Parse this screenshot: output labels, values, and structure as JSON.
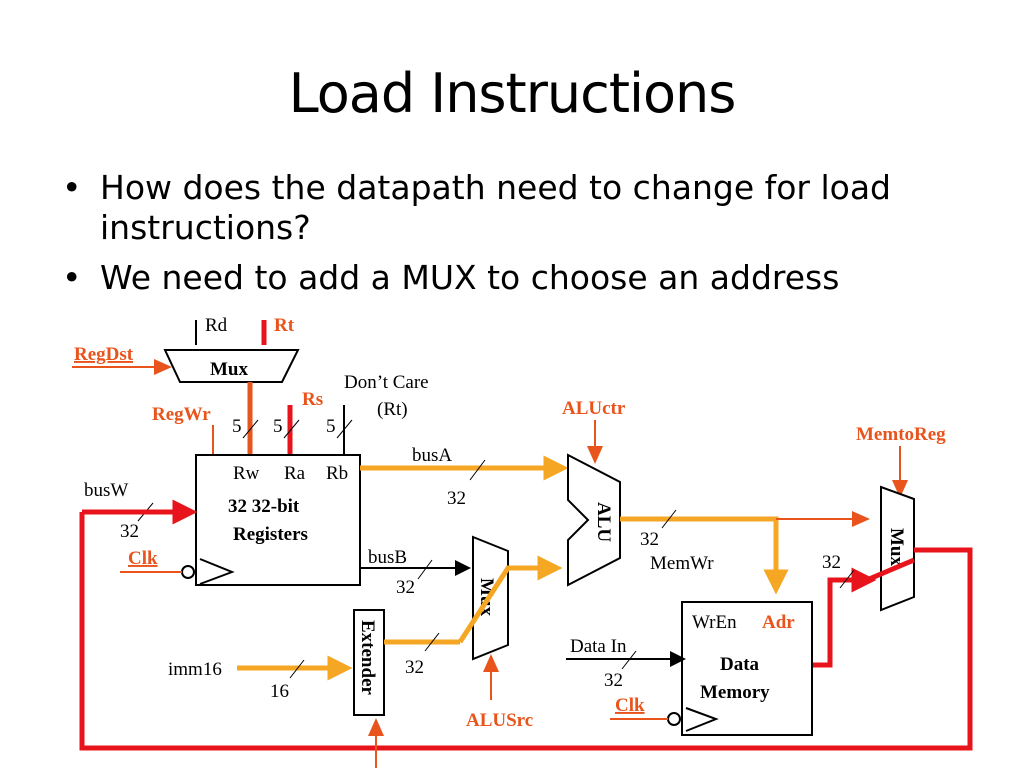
{
  "title": "Load Instructions",
  "bullets": [
    "How does the datapath need to change for load instructions?",
    "We need to add a MUX to choose an address"
  ],
  "colors": {
    "orange_bus": "#f5a623",
    "red_bus": "#e8141c",
    "control_text": "#e8541c",
    "black": "#000000"
  },
  "diagram": {
    "labels": {
      "rd": "Rd",
      "rt": "Rt",
      "regdst": "RegDst",
      "mux_top": "Mux",
      "rs": "Rs",
      "dont_care": "Don’t Care",
      "rt_paren": "(Rt)",
      "regwr": "RegWr",
      "five_a": "5",
      "five_b": "5",
      "five_c": "5",
      "aluctr": "ALUctr",
      "memtoreg": "MemtoReg",
      "busa": "busA",
      "busa_width": "32",
      "busw": "busW",
      "busw_width": "32",
      "clk_reg": "Clk",
      "rw": "Rw",
      "ra": "Ra",
      "rb": "Rb",
      "reg_line1": "32 32-bit",
      "reg_line2": "Registers",
      "busb": "busB",
      "busb_width": "32",
      "alu": "ALU",
      "alu_out_width": "32",
      "memwr": "MemWr",
      "mux_out_width": "32",
      "mux_alu": "Mux",
      "mux_right": "Mux",
      "extender": "Extender",
      "imm16": "imm16",
      "imm_width": "16",
      "ext_width": "32",
      "alusrc": "ALUSrc",
      "data_in": "Data In",
      "data_in_width": "32",
      "clk_mem": "Clk",
      "wren": "WrEn",
      "adr": "Adr",
      "mem_line1": "Data",
      "mem_line2": "Memory"
    }
  }
}
